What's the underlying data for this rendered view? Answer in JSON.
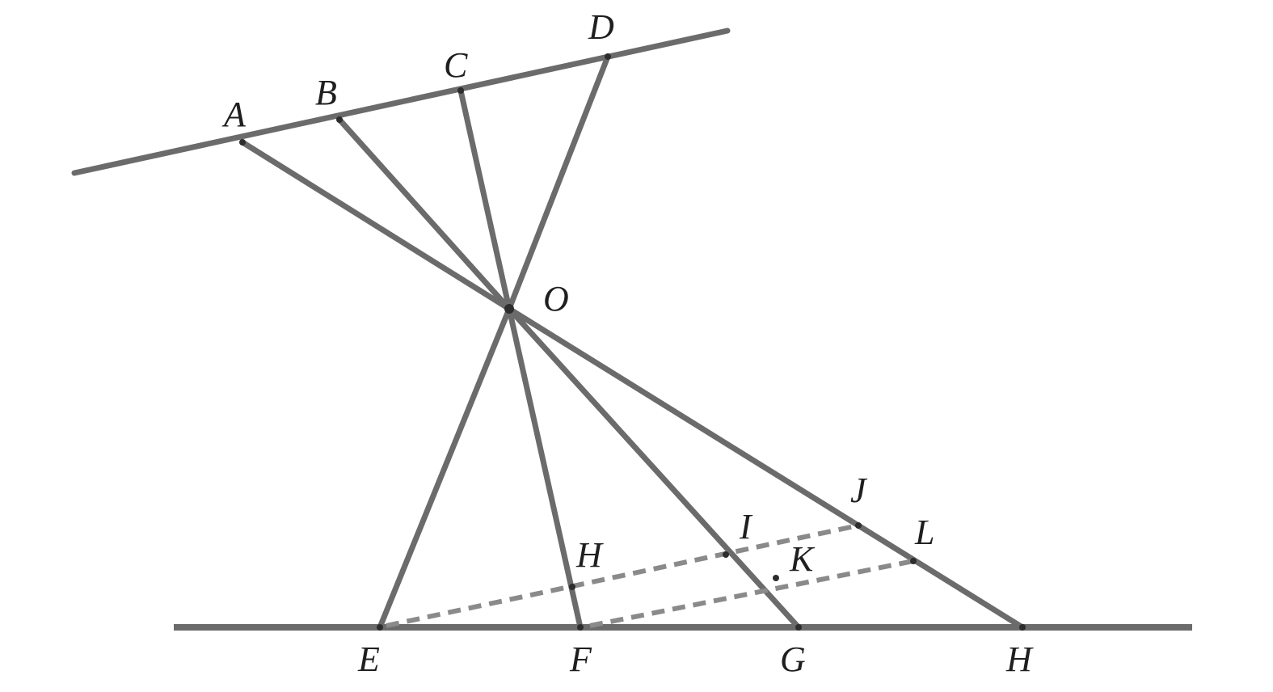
{
  "diagram": {
    "labels": {
      "A": "A",
      "B": "B",
      "C": "C",
      "D": "D",
      "O": "O",
      "E": "E",
      "F": "F",
      "G": "G",
      "H_bottom": "H",
      "H_mid": "H",
      "I": "I",
      "J": "J",
      "K": "K",
      "L": "L"
    }
  }
}
